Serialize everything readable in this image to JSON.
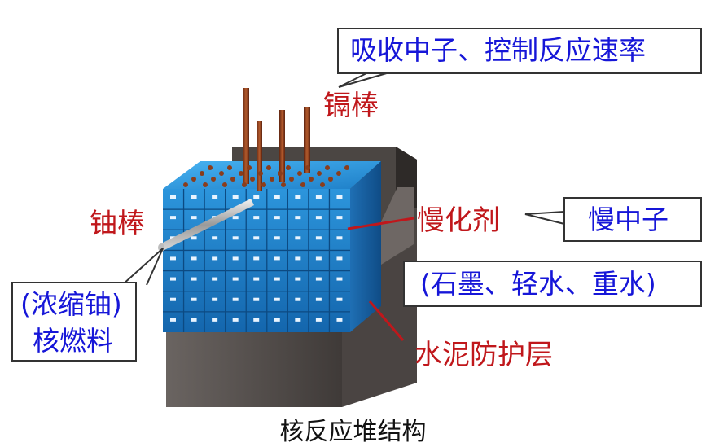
{
  "labels": {
    "cadmium_rod": "镉棒",
    "cadmium_note": "吸收中子、控制反应速率",
    "uranium_rod": "铀棒",
    "fuel_line1": "(浓缩铀)",
    "fuel_line2": "核燃料",
    "moderator": "慢化剂",
    "slow_neutron": "慢中子",
    "moderator_examples": "(石墨、轻水、重水)",
    "cement_layer": "水泥防护层",
    "caption": "核反应堆结构"
  },
  "colors": {
    "label_red": "#c0171b",
    "text_blue": "#1616d8",
    "block_blue": "#2b8fd9",
    "rod_copper": "#8a3d1c",
    "concrete": "#5a5552"
  }
}
